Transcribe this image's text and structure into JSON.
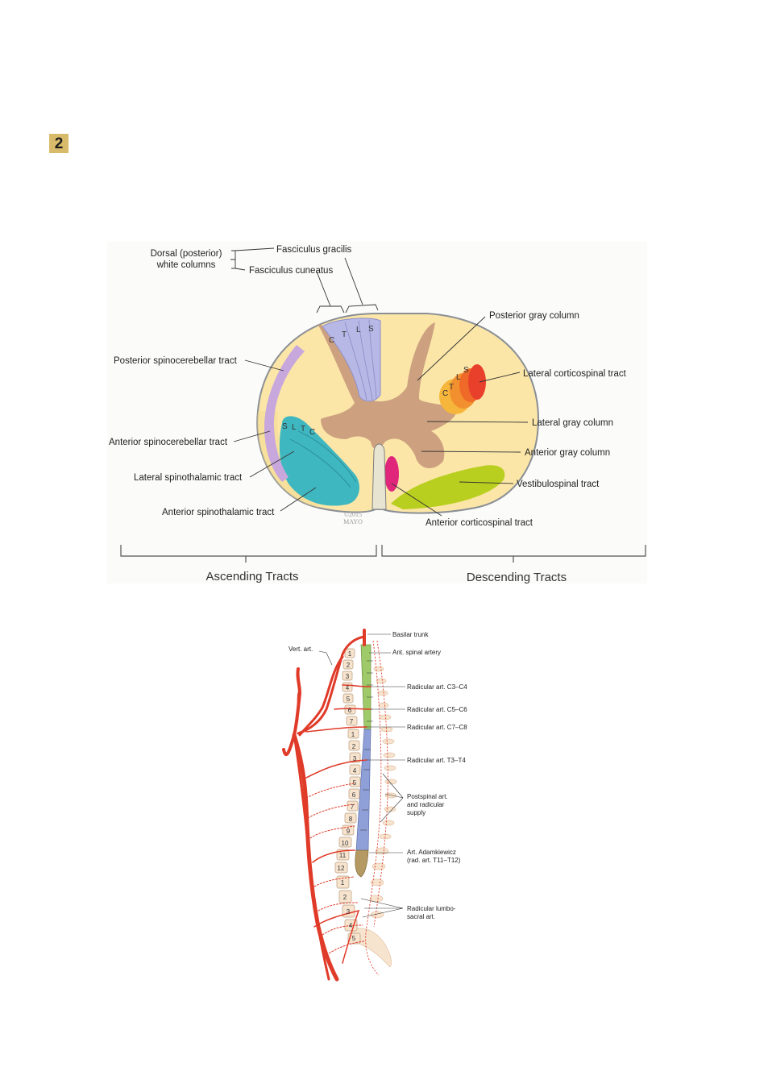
{
  "section_badge": "2",
  "spinal_cord_section": {
    "dorsal_columns_label_1": "Dorsal (posterior)",
    "dorsal_columns_label_2": "white columns",
    "fasciculus_gracilis": "Fasciculus gracilis",
    "fasciculus_cuneatus": "Fasciculus cuneatus",
    "posterior_gray_column": "Posterior gray column",
    "lateral_corticospinal_tract": "Lateral corticospinal tract",
    "lateral_gray_column": "Lateral gray column",
    "anterior_gray_column": "Anterior gray column",
    "vestibulospinal_tract": "Vestibulospinal tract",
    "anterior_corticospinal_tract": "Anterior corticospinal tract",
    "posterior_spinocerebellar_tract": "Posterior spinocerebellar tract",
    "anterior_spinocerebellar_tract": "Anterior spinocerebellar tract",
    "lateral_spinothalamic_tract": "Lateral spinothalamic tract",
    "anterior_spinothalamic_tract": "Anterior spinothalamic tract",
    "copyright_line_1": "©2015",
    "copyright_line_2": "MAYO",
    "ascending_tracts": "Ascending Tracts",
    "descending_tracts": "Descending Tracts",
    "dorsal_zone_letters": [
      "C",
      "T",
      "L",
      "S"
    ],
    "spinothalamic_zone_letters": [
      "S",
      "L",
      "T",
      "C"
    ],
    "corticospinal_zone_letters": [
      "C",
      "T",
      "L",
      "S"
    ],
    "colors": {
      "cord_background": "#fbe6a8",
      "gray_matter": "#c8997a",
      "dorsal_columns": "#b7b8e6",
      "spinothalamic": "#3fb7c0",
      "spinocerebellar": "#c7a7dc",
      "corticospinal": "#e8402a",
      "anterior_corticospinal": "#e0267a",
      "vestibulospinal": "#b9cf1f"
    }
  },
  "spinal_blood_supply": {
    "basilar_trunk": "Basilar trunk",
    "vert_art": "Vert. art.",
    "ant_spinal_artery": "Ant. spinal artery",
    "radicular_c3_c4": "Radicular art. C3–C4",
    "radicular_c5_c6": "Radicular art. C5–C6",
    "radicular_c7_c8": "Radicular art. C7–C8",
    "radicular_t3_t4": "Radicular art. T3–T4",
    "postspinal_1": "Postspinal art.",
    "postspinal_2": "and radicular",
    "postspinal_3": "supply",
    "adamkiewicz_1": "Art. Adamkiewicz",
    "adamkiewicz_2": "(rad. art. T11–T12)",
    "lumbosacral_1": "Radicular lumbo-",
    "lumbosacral_2": "sacral art.",
    "vertebra_numbers": [
      "1",
      "2",
      "3",
      "4",
      "5",
      "6",
      "7",
      "1",
      "2",
      "3",
      "4",
      "5",
      "6",
      "7",
      "8",
      "9",
      "10",
      "11",
      "12",
      "1",
      "2",
      "3",
      "4",
      "5"
    ],
    "colors": {
      "artery": "#e03a28",
      "cervical_cord": "#9fca6a",
      "thoracic_cord": "#8f9fd8",
      "lumbar_cord": "#b49a62",
      "vertebra": "#f7e4cf"
    }
  }
}
